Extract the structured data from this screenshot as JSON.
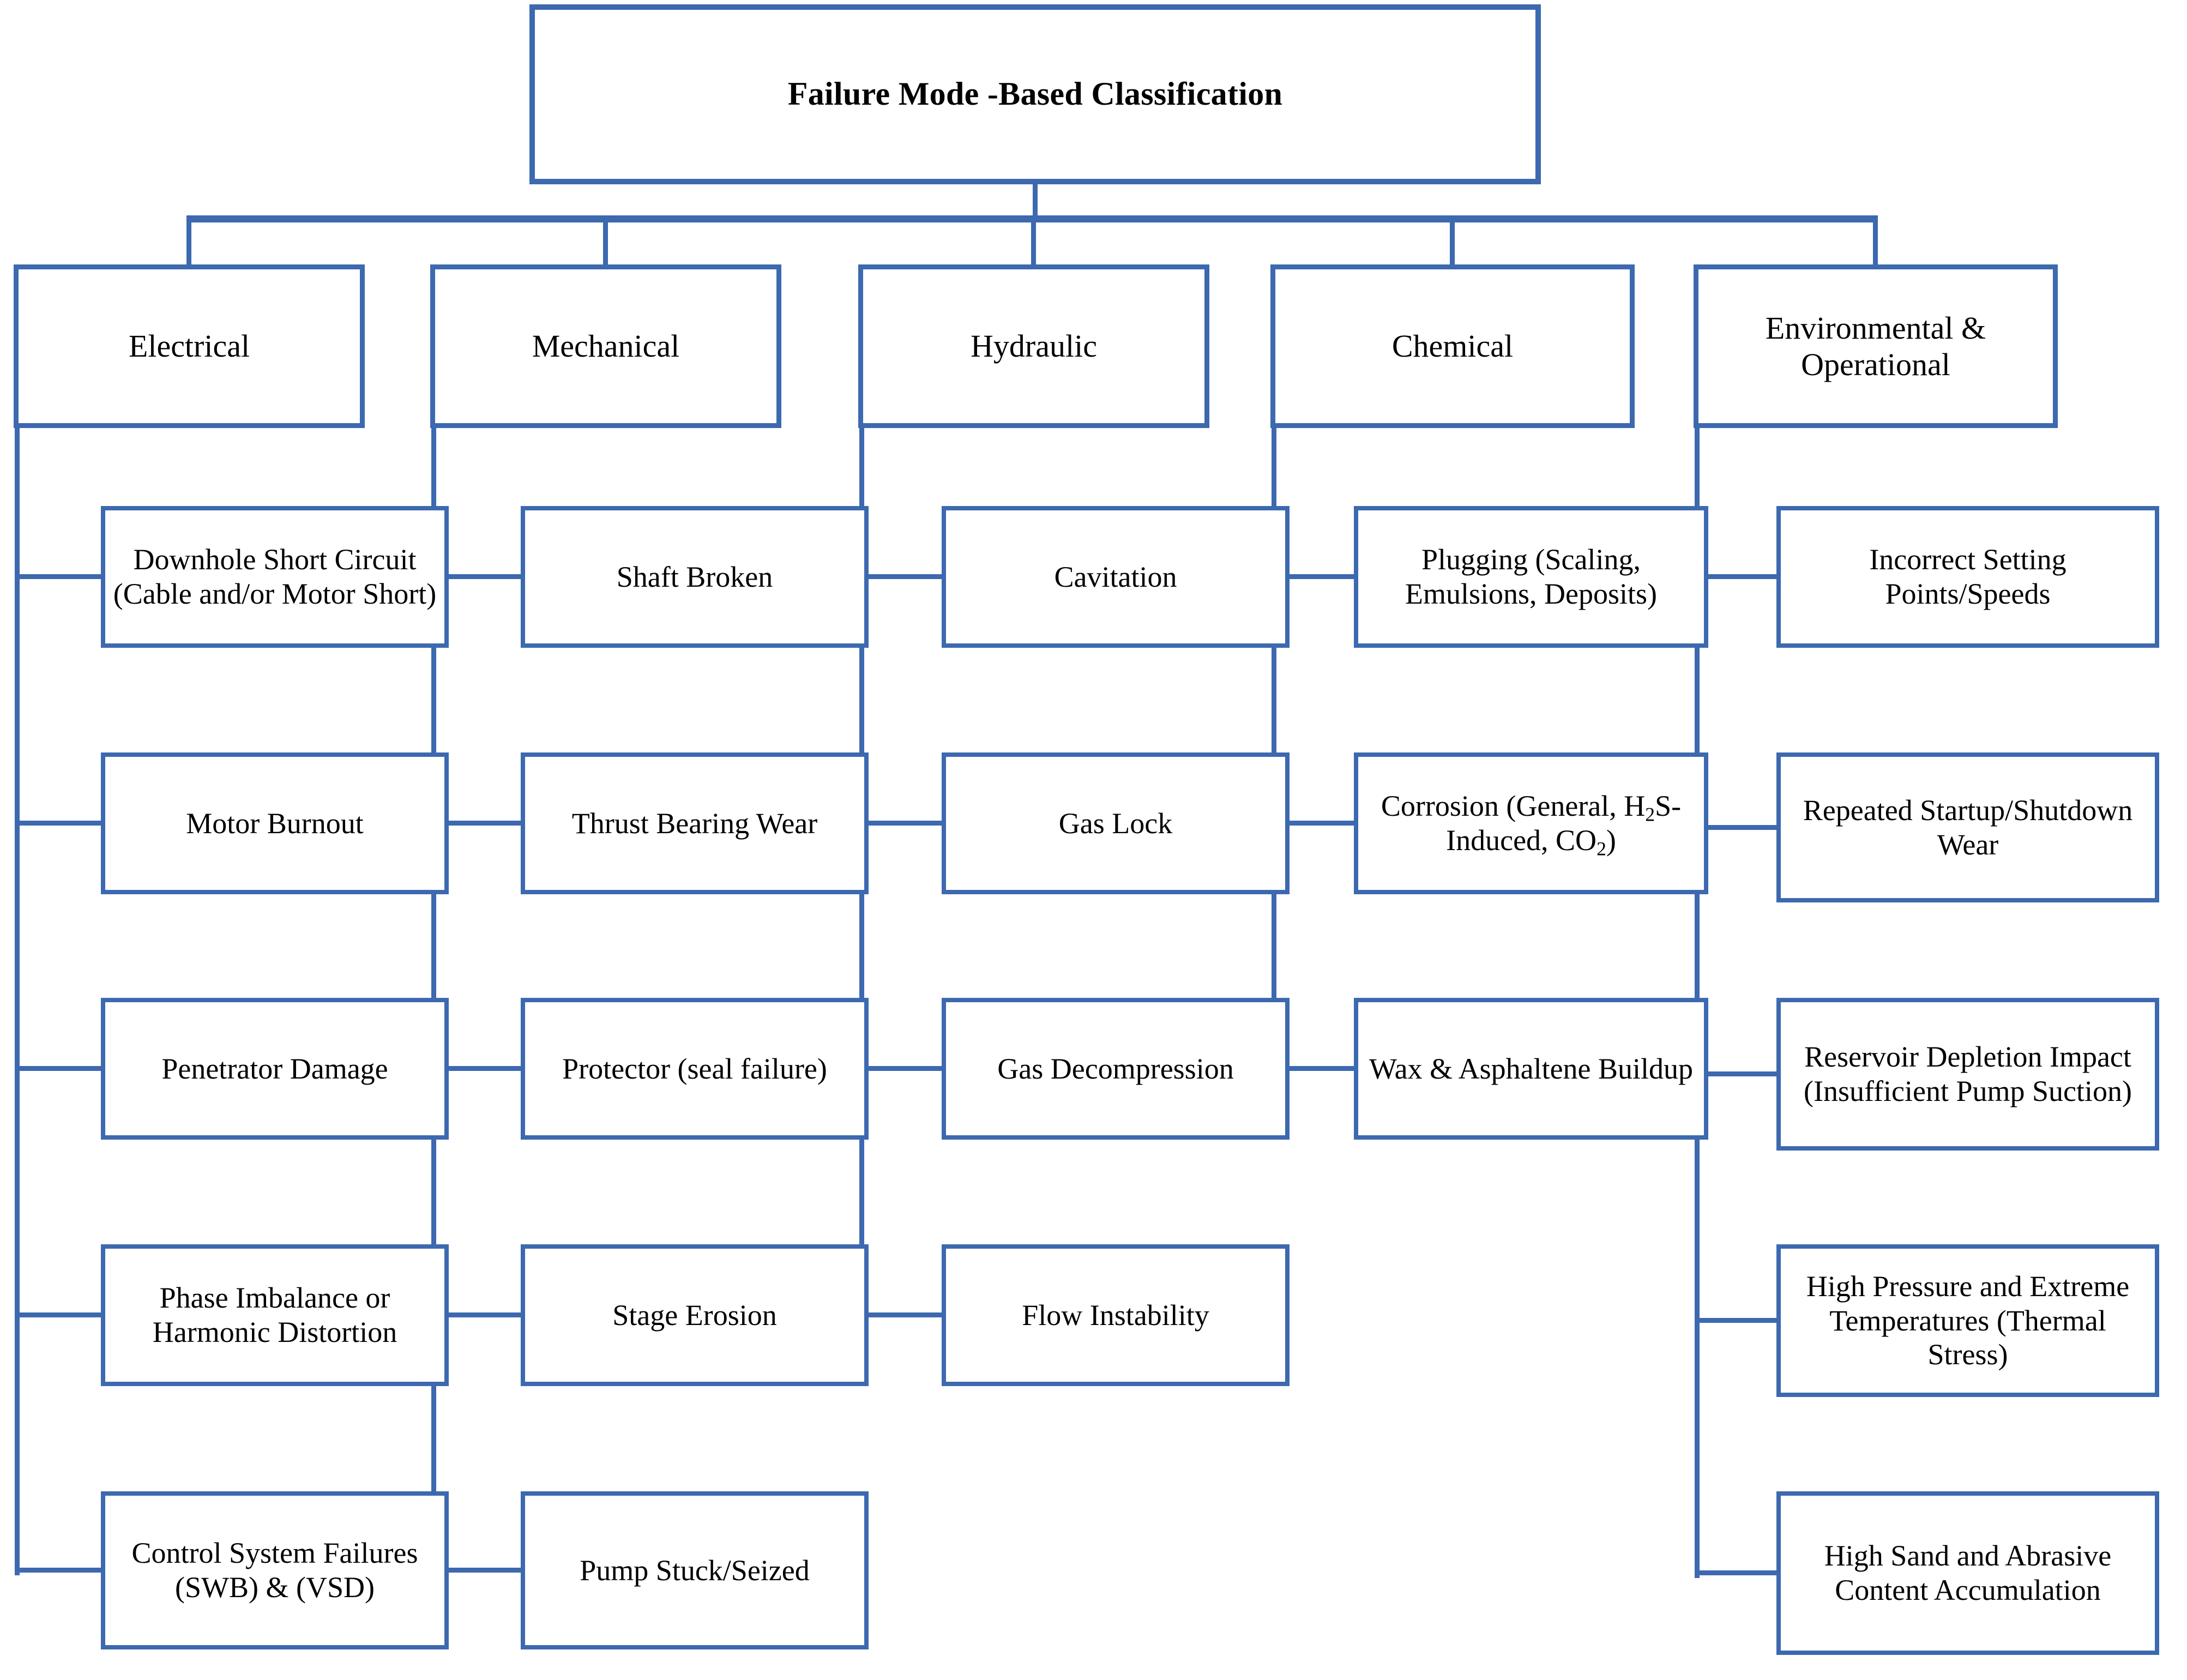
{
  "diagram": {
    "title": "Failure Mode -Based Classification",
    "accent_color": "#3c69af",
    "text_color": "#000000",
    "background_color": "#ffffff",
    "type": "hierarchy-tree",
    "levels": 3
  },
  "root": {
    "label": "Failure Mode -Based Classification"
  },
  "categories": [
    {
      "id": "electrical",
      "label": "Electrical",
      "items": [
        {
          "label": "Downhole Short Circuit (Cable and/or Motor Short)"
        },
        {
          "label": "Motor Burnout"
        },
        {
          "label": "Penetrator Damage"
        },
        {
          "label": "Phase Imbalance or Harmonic Distortion"
        },
        {
          "label": "Control System Failures (SWB) & (VSD)"
        }
      ]
    },
    {
      "id": "mechanical",
      "label": "Mechanical",
      "items": [
        {
          "label": "Shaft Broken"
        },
        {
          "label": "Thrust Bearing Wear"
        },
        {
          "label": "Protector (seal failure)"
        },
        {
          "label": "Stage Erosion"
        },
        {
          "label": "Pump Stuck/Seized"
        }
      ]
    },
    {
      "id": "hydraulic",
      "label": "Hydraulic",
      "items": [
        {
          "label": "Cavitation"
        },
        {
          "label": "Gas Lock"
        },
        {
          "label": "Gas Decompression"
        },
        {
          "label": "Flow Instability"
        }
      ]
    },
    {
      "id": "chemical",
      "label": "Chemical",
      "items": [
        {
          "label": "Plugging (Scaling, Emulsions, Deposits)"
        },
        {
          "label": "Corrosion (General, H2S-Induced, CO2)",
          "html": "Corrosion (General, H<sub>2</sub>S-Induced, CO<sub>2</sub>)"
        },
        {
          "label": "Wax & Asphaltene Buildup"
        }
      ]
    },
    {
      "id": "environmental-operational",
      "label": "Environmental & Operational",
      "items": [
        {
          "label": "Incorrect Setting Points/Speeds"
        },
        {
          "label": "Repeated Startup/Shutdown Wear"
        },
        {
          "label": "Reservoir Depletion Impact (Insufficient Pump Suction)"
        },
        {
          "label": "High Pressure and Extreme Temperatures (Thermal Stress)"
        },
        {
          "label": "High Sand and Abrasive Content Accumulation"
        }
      ]
    }
  ]
}
